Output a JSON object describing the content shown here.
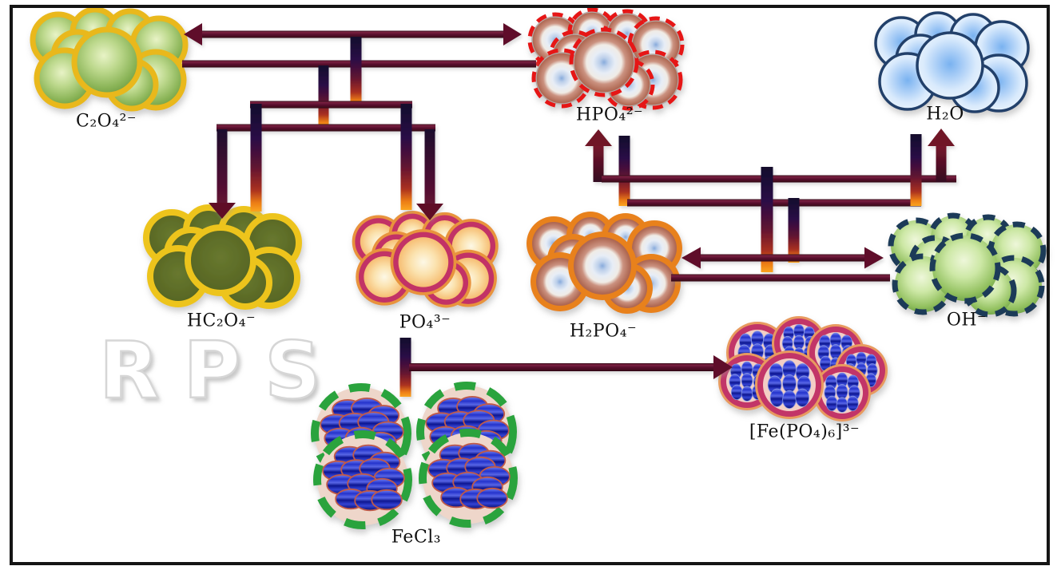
{
  "figure": {
    "kind": "chemical-reaction-scheme",
    "background": "#ffffff",
    "border_color": "#151515"
  },
  "watermark": "RPS",
  "species": {
    "c2o4": {
      "label": "C₂O₄²⁻",
      "appearance": "green-spheres-gold-outline"
    },
    "hpo4": {
      "label": "HPO₄²⁻",
      "appearance": "blue-core-brown-ring-red-dashed-outline"
    },
    "h2o": {
      "label": "H₂O",
      "appearance": "light-blue-spheres-navy-outline"
    },
    "hc2o4": {
      "label": "HC₂O₄⁻",
      "appearance": "dark-olive-spheres-gold-outline"
    },
    "po4": {
      "label": "PO₄³⁻",
      "appearance": "orange-core-magenta-ring-spheres"
    },
    "h2po4": {
      "label": "H₂PO₄⁻",
      "appearance": "blue-core-brown-ring-orange-outline"
    },
    "oh": {
      "label": "OH⁻",
      "appearance": "green-spheres-navy-dashed-outline"
    },
    "fepo4": {
      "label": "[Fe(PO₄)₆]³⁻",
      "appearance": "magenta-ring-spheres-filled-with-blue-ellipses"
    },
    "fecl3": {
      "label": "FeCl₃",
      "appearance": "green-dashed-circles-packed-with-blue-ellipses"
    }
  },
  "colors": {
    "arrow_maroon": "#5e1129",
    "arrow_dark_top": "#150f2d",
    "arrow_orange_tip": "#f9a01e",
    "gold_outline": "#e9b81a",
    "olive_fill": "#5a6a24",
    "magenta_ring": "#c23066",
    "orange_outline": "#e8811a",
    "red_dash": "#e61414",
    "navy_outline": "#22406b",
    "green_dash": "#2aa33c",
    "ball_blue": "#1c2ab4",
    "sphere_green_edge": "#5f9038",
    "h2o_blue": "#79b2f0"
  }
}
